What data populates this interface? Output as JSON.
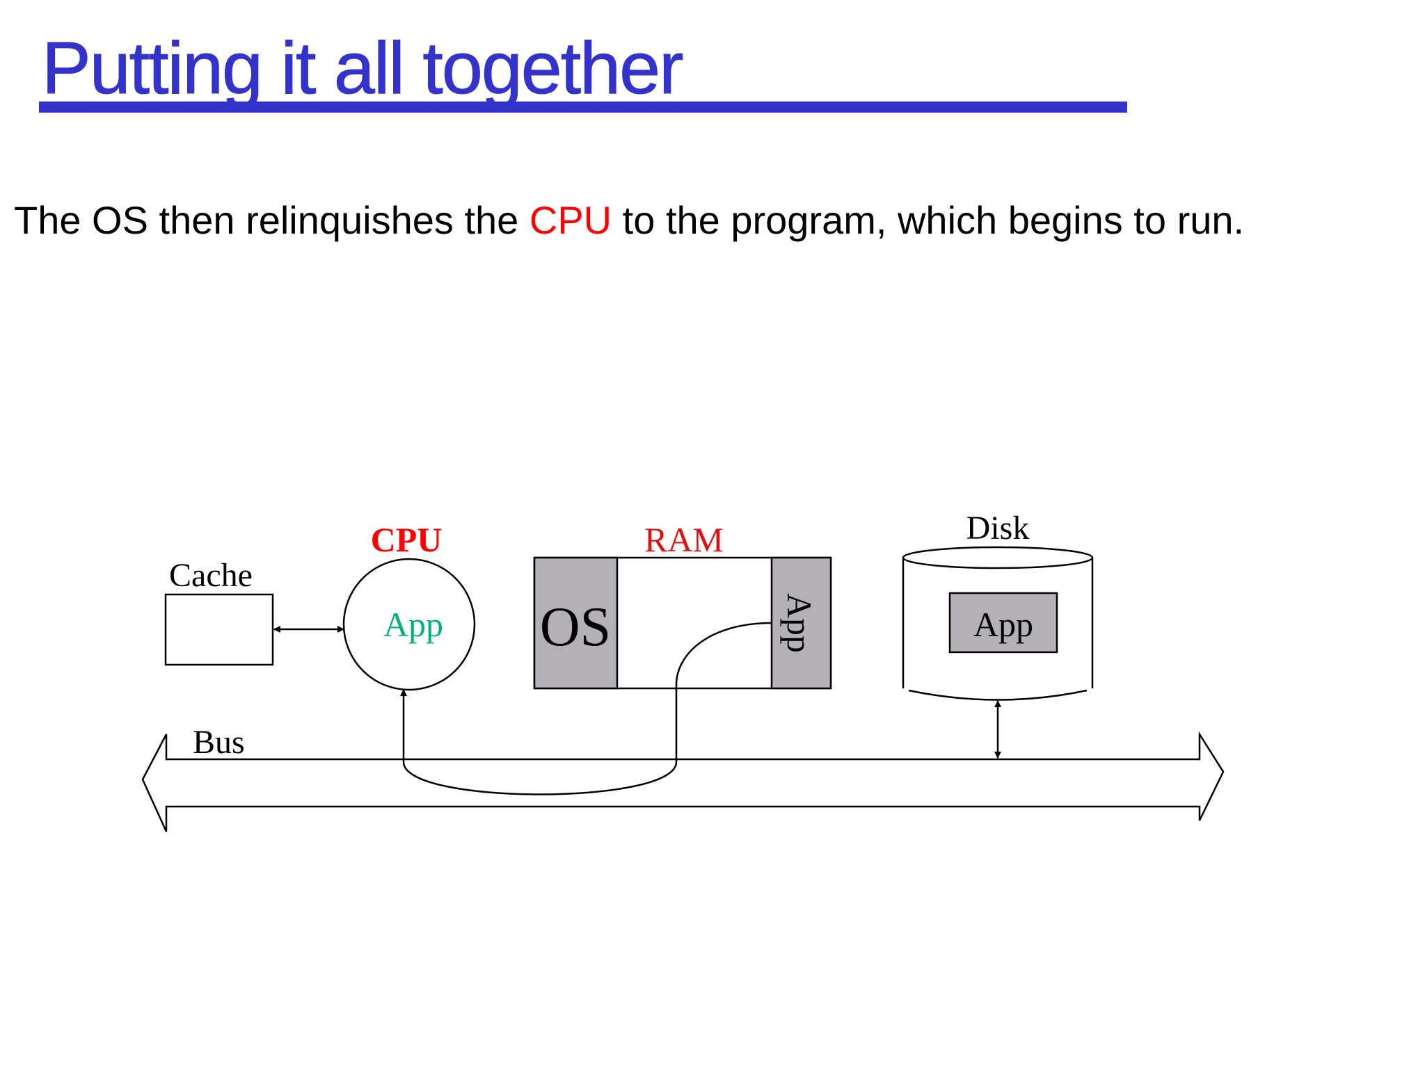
{
  "slide": {
    "title": "Putting it all together",
    "body_before": "The OS then relinquishes the ",
    "body_highlight": "CPU",
    "body_after": " to the program, which begins to run."
  },
  "diagram": {
    "cache_label": "Cache",
    "cpu_label": "CPU",
    "cpu_app_label": "App",
    "ram_label": "RAM",
    "ram_os_label": "OS",
    "ram_app_label": "App",
    "disk_label": "Disk",
    "disk_app_label": "App",
    "bus_label": "Bus"
  },
  "colors": {
    "title": "#3333cc",
    "highlight": "#ff0000",
    "app_in_cpu": "#00b07a",
    "block_fill": "#b3b1b5",
    "stroke": "#000000"
  }
}
